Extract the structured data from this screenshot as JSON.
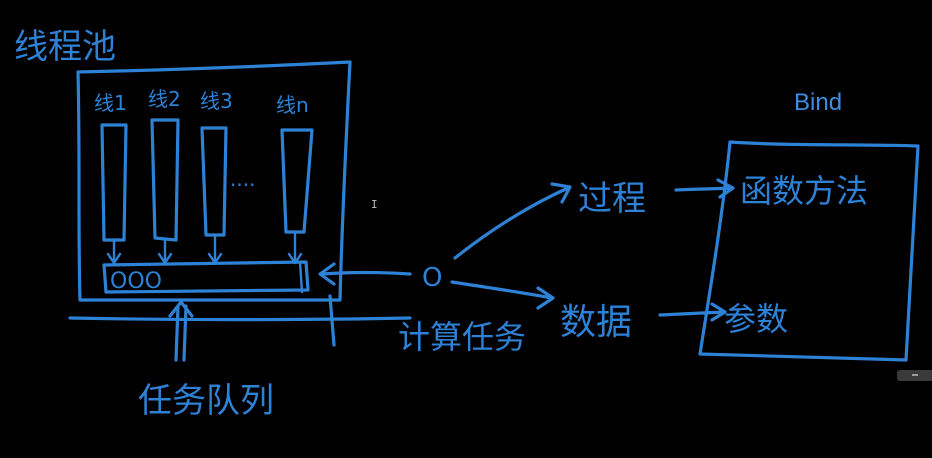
{
  "diagram": {
    "pool_title": "线程池",
    "threads": [
      "线1",
      "线2",
      "线3",
      "线n"
    ],
    "ellipsis": "....",
    "queue_slots": "OOO",
    "queue_label": "任务队列",
    "task_node": "O",
    "task_label": "计算任务",
    "process_label": "过程",
    "data_label": "数据",
    "function_label": "函数方法",
    "params_label": "参数",
    "bind_title": "Bind"
  },
  "colors": {
    "ink": "#2d82d6",
    "background": "#000000"
  }
}
